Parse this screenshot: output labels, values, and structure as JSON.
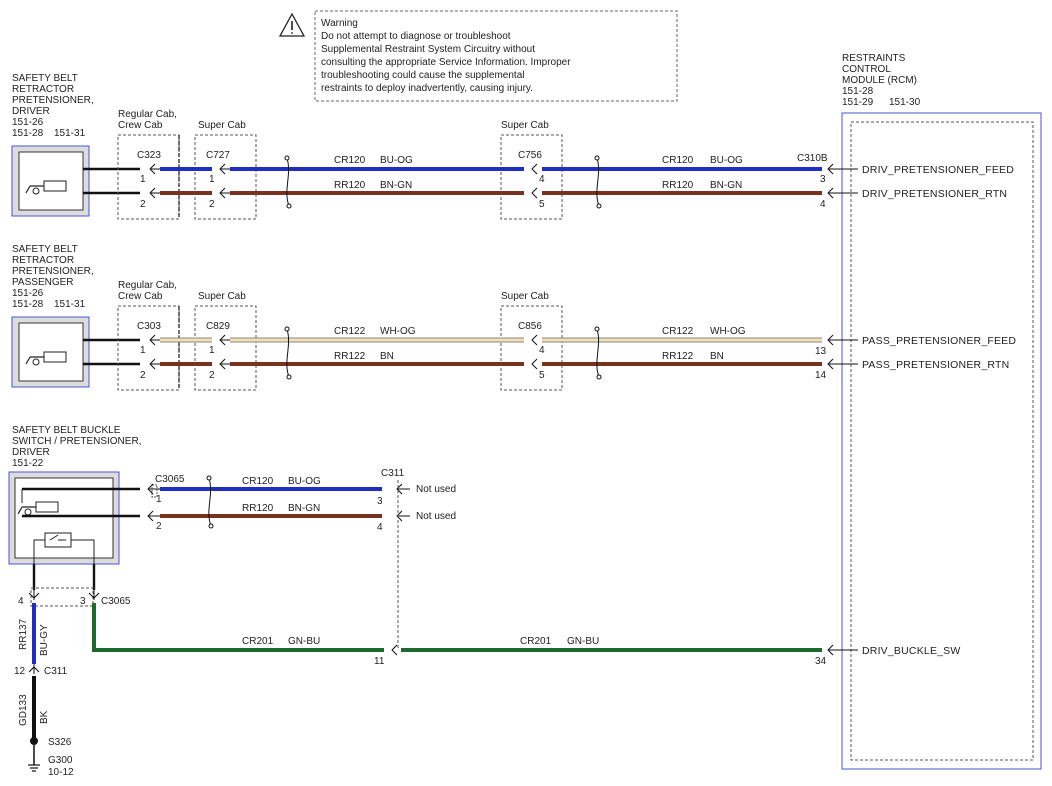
{
  "warning": {
    "lines": [
      "Warning",
      "Do not attempt to diagnose or troubleshoot",
      "Supplemental Restraint System Circuitry without",
      "consulting the appropriate Service Information. Improper",
      "troubleshooting could cause the supplemental",
      "restraints to deploy inadvertently, causing injury."
    ]
  },
  "rcm": {
    "title_lines": [
      "RESTRAINTS",
      "CONTROL",
      "MODULE (RCM)"
    ],
    "ref1": "151-28",
    "ref2a": "151-29",
    "ref2b": "151-30",
    "connector": "C310B",
    "pins": {
      "driv_feed": "3",
      "driv_rtn": "4",
      "pass_feed": "13",
      "pass_rtn": "14",
      "buckle_sw": "34"
    },
    "signals": {
      "driv_feed": "DRIV_PRETENSIONER_FEED",
      "driv_rtn": "DRIV_PRETENSIONER_RTN",
      "pass_feed": "PASS_PRETENSIONER_FEED",
      "pass_rtn": "PASS_PRETENSIONER_RTN",
      "buckle_sw": "DRIV_BUCKLE_SW"
    }
  },
  "driver_pret": {
    "title_lines": [
      "SAFETY BELT",
      "RETRACTOR",
      "PRETENSIONER,",
      "DRIVER"
    ],
    "ref1": "151-26",
    "ref2a": "151-28",
    "ref2b": "151-31"
  },
  "pass_pret": {
    "title_lines": [
      "SAFETY BELT",
      "RETRACTOR",
      "PRETENSIONER,",
      "PASSENGER"
    ],
    "ref1": "151-26",
    "ref2a": "151-28",
    "ref2b": "151-31"
  },
  "buckle": {
    "title_lines": [
      "SAFETY BELT BUCKLE",
      "SWITCH / PRETENSIONER,",
      "DRIVER"
    ],
    "ref1": "151-22"
  },
  "cab": {
    "regular_lines": [
      "Regular Cab,",
      "Crew Cab"
    ],
    "super": "Super Cab"
  },
  "connectors": {
    "c323": "C323",
    "c727": "C727",
    "c756": "C756",
    "c303": "C303",
    "c829": "C829",
    "c856": "C856",
    "c3065": "C3065",
    "c311": "C311",
    "s326": "S326",
    "g300": "G300",
    "g300_ref": "10-12"
  },
  "pins": {
    "p1": "1",
    "p2": "2",
    "p3": "3",
    "p4": "4",
    "p5": "5",
    "p11": "11",
    "p12": "12"
  },
  "wires": {
    "cr120": "CR120",
    "bu_og": "BU-OG",
    "rr120": "RR120",
    "bn_gn": "BN-GN",
    "cr122": "CR122",
    "wh_og": "WH-OG",
    "rr122": "RR122",
    "bn": "BN",
    "cr201": "CR201",
    "gn_bu": "GN-BU",
    "rr137": "RR137",
    "bu_gy": "BU-GY",
    "gd133": "GD133",
    "bk": "BK"
  },
  "not_used": "Not used",
  "colors": {
    "blue": "#1f2fc4",
    "brown": "#7a3220",
    "cream": "#f2dfb5",
    "green": "#1d6b2c",
    "black": "#111111",
    "component_border": "#4a55d0",
    "dash": "#555555"
  }
}
